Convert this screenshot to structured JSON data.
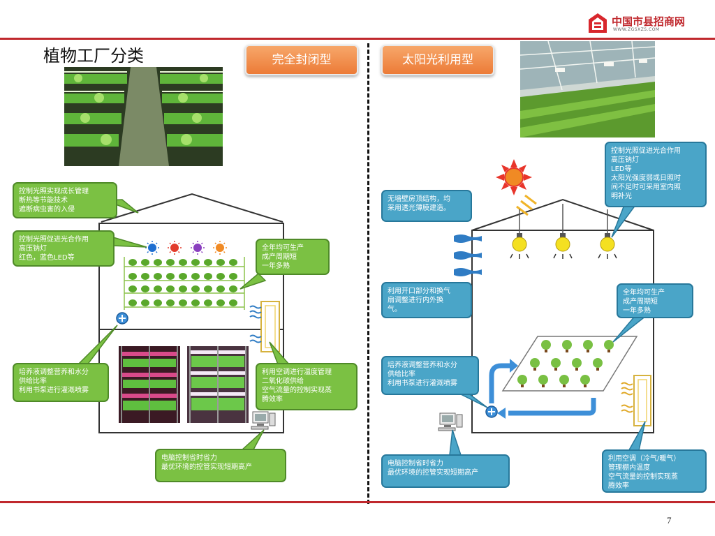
{
  "header": {
    "logo_title": "中国市县招商网",
    "logo_url": "WWW.ZGSXZS.COM",
    "brand_color": "#c0282d"
  },
  "title": "植物工厂分类",
  "tags": {
    "left": "完全封闭型",
    "right": "太阳光利用型"
  },
  "left_callouts": {
    "growth_light": "控制光照实现成长管理\n断热等节能技术\n遮断病虫害的入侵",
    "photosynthesis": "控制光照促进光合作用\n      高压钠灯\n      红色，蓝色LED等",
    "year_round": "全年均可生产\n成产周期短\n一年多熟",
    "nutrient": "培养液调整营养和水分\n供给比率\n利用书泵进行灌溉喷雾",
    "aircon": "利用空调进行温度管理\n二氧化碳供给\n空气流量的控制实现蒸\n腾效率",
    "computer": "电脑控制省时省力\n最优环境的控管实现短期高产"
  },
  "right_callouts": {
    "photosynthesis": "控制光照促进光合作用\n      高压钠灯\n      LED等\n太阳光强度弱或日照时\n间不足时可采用室内照\n明补光",
    "roof": "无墙壁房顶结构，均\n采用透光薄膜建造。",
    "ventilation": "利用开口部分和换气\n扇调整进行内外换\n气。",
    "year_round": "全年均可生产\n成产周期短\n一年多熟",
    "nutrient": "培养液调整营养和水分\n供给比率\n利用书泵进行灌溉喷雾",
    "computer": "电脑控制省时省力\n最优环境的控管实现短期高产",
    "aircon": "利用空调（冷气/暖气）\n管理棚内温度\n空气流量的控制实现蒸\n腾效率"
  },
  "page_number": "7",
  "colors": {
    "accent_orange": "#ec7b37",
    "callout_green": "#7bc143",
    "callout_blue": "#4aa5c8",
    "led_blue": "#1f6fd1",
    "led_red": "#e23b2b",
    "led_purple": "#8a3fbf",
    "led_orange": "#f08a24"
  }
}
